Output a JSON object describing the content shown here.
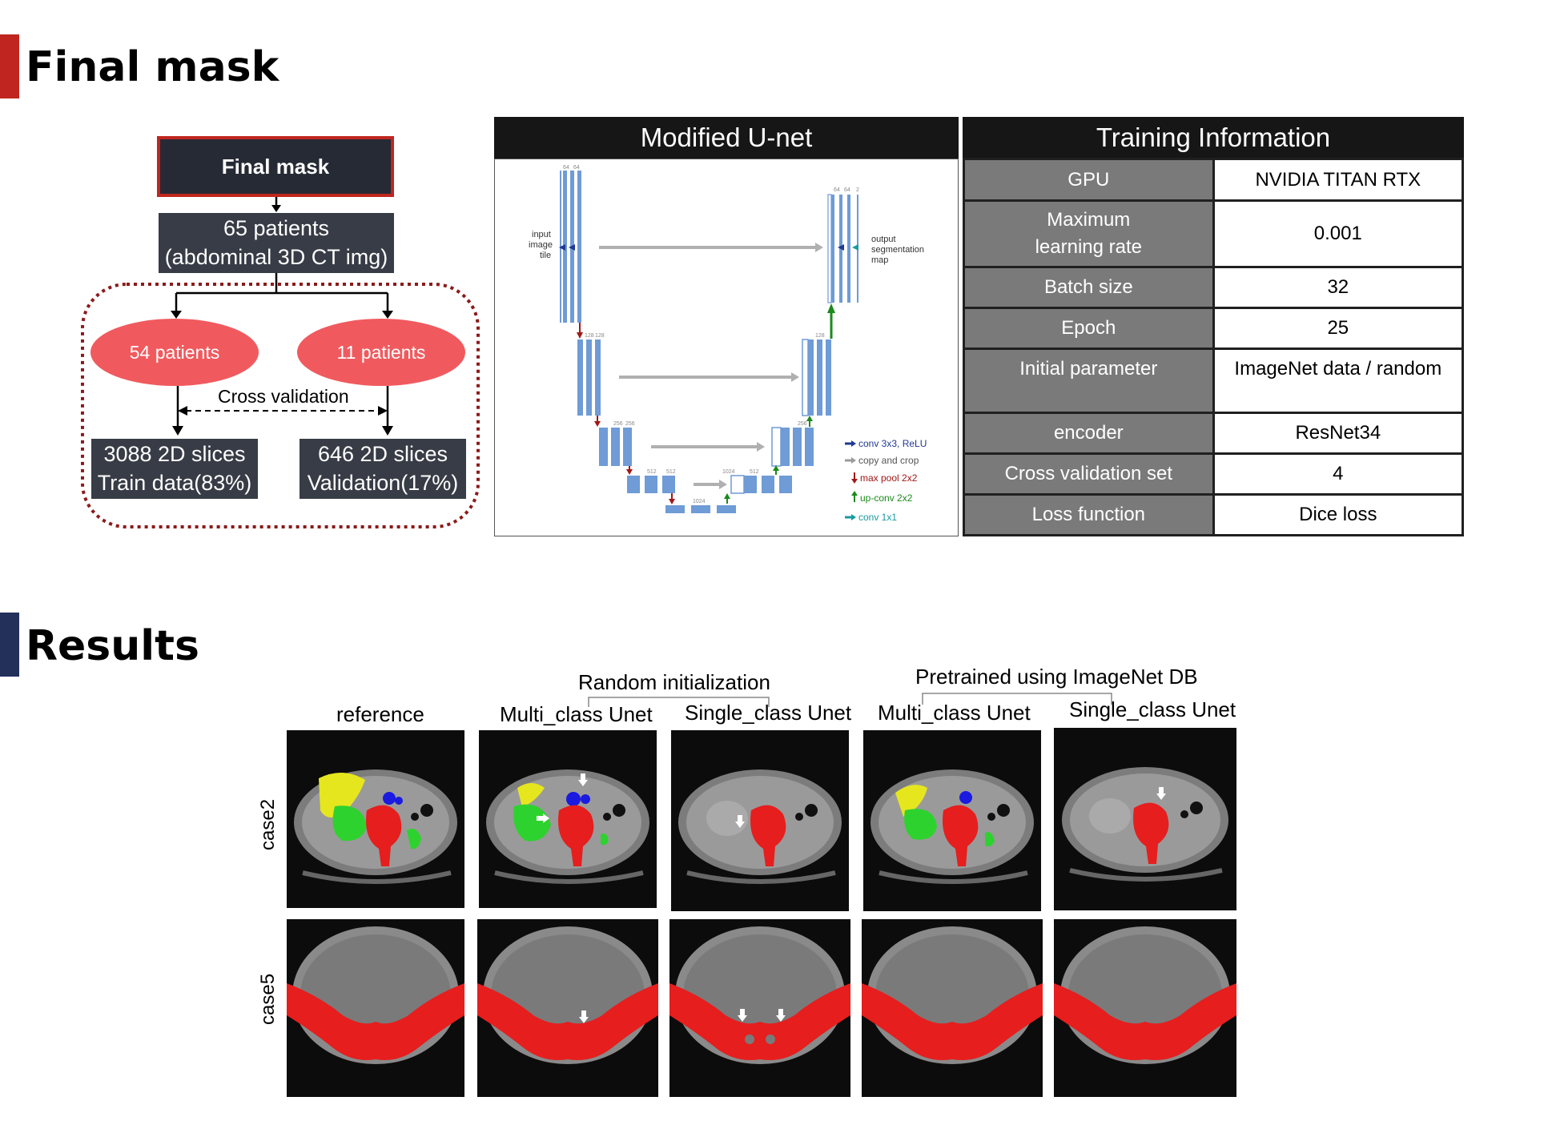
{
  "sections": {
    "final_mask_title": "Final mask",
    "results_title": "Results"
  },
  "colors": {
    "final_mask_accent": "#c0261f",
    "results_accent": "#22305a",
    "ellipse_fill": "#f05a5e",
    "dark_box": "#383c46",
    "dotted_border": "#8b1a1a",
    "table_key_bg": "#7a7a7a"
  },
  "flow": {
    "final_mask": "Final mask",
    "patients_line1": "65 patients",
    "patients_line2": "(abdominal 3D CT img)",
    "train_patients": "54 patients",
    "val_patients": "11 patients",
    "cross_validation": "Cross validation",
    "train_line1": "3088 2D slices",
    "train_line2": "Train data(83%)",
    "val_line1": "646 2D slices",
    "val_line2": "Validation(17%)"
  },
  "unet": {
    "title": "Modified U-net",
    "input_label": [
      "input",
      "image",
      "tile"
    ],
    "output_label": [
      "output",
      "segmentation",
      "map"
    ],
    "channel_labels": [
      "64",
      "64",
      "128",
      "128",
      "256",
      "256",
      "512",
      "512",
      "1024",
      "1024",
      "512",
      "256",
      "128",
      "64",
      "64",
      "2"
    ],
    "legend": [
      {
        "label": "conv 3x3, ReLU",
        "color": "#1f3a93"
      },
      {
        "label": "copy and crop",
        "color": "#9a9a9a"
      },
      {
        "label": "max pool 2x2",
        "color": "#a01818"
      },
      {
        "label": "up-conv 2x2",
        "color": "#1a8a1a"
      },
      {
        "label": "conv 1x1",
        "color": "#1a9aa0"
      }
    ]
  },
  "training": {
    "title": "Training Information",
    "rows": [
      {
        "key": "GPU",
        "value": "NVIDIA TITAN RTX"
      },
      {
        "key": "Maximum learning rate",
        "value": "0.001"
      },
      {
        "key": "Batch size",
        "value": "32"
      },
      {
        "key": "Epoch",
        "value": "25"
      },
      {
        "key": "Initial parameter",
        "value": "ImageNet data / random"
      },
      {
        "key": "encoder",
        "value": "ResNet34"
      },
      {
        "key": "Cross validation set",
        "value": "4"
      },
      {
        "key": "Loss function",
        "value": "Dice loss"
      }
    ]
  },
  "results": {
    "group_random": "Random initialization",
    "group_pretrained": "Pretrained using ImageNet DB",
    "columns": [
      "reference",
      "Multi_class Unet",
      "Single_class Unet",
      "Multi_class Unet",
      "Single_class Unet"
    ],
    "rows": [
      "case2",
      "case5"
    ]
  }
}
